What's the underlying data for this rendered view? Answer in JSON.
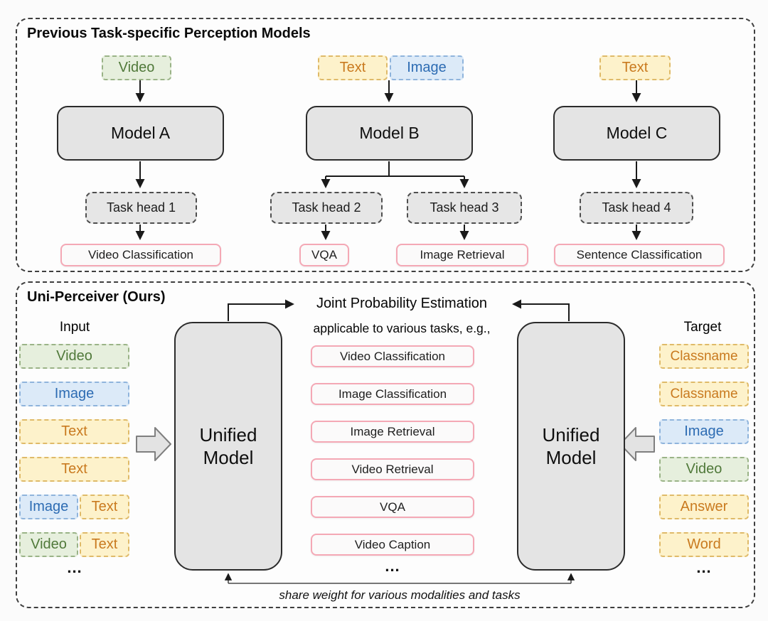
{
  "figure": {
    "top_panel": {
      "title": "Previous Task-specific Perception Models",
      "columns": {
        "a": {
          "input": "Video",
          "model": "Model A",
          "head": "Task head 1",
          "output": "Video Classification"
        },
        "b": {
          "input_text": "Text",
          "input_image": "Image",
          "model": "Model B",
          "head_left": "Task head 2",
          "head_right": "Task head 3",
          "output_left": "VQA",
          "output_right": "Image Retrieval"
        },
        "c": {
          "input": "Text",
          "model": "Model C",
          "head": "Task head 4",
          "output": "Sentence Classification"
        }
      }
    },
    "bottom_panel": {
      "title": "Uni-Perceiver (Ours)",
      "joint_probability": "Joint Probability Estimation",
      "applicable_note": "applicable to various tasks, e.g.,",
      "input_label": "Input",
      "target_label": "Target",
      "unified_model_left": {
        "line1": "Unified",
        "line2": "Model"
      },
      "unified_model_right": {
        "line1": "Unified",
        "line2": "Model"
      },
      "inputs": [
        {
          "labels": [
            "Video"
          ]
        },
        {
          "labels": [
            "Image"
          ]
        },
        {
          "labels": [
            "Text"
          ]
        },
        {
          "labels": [
            "Text"
          ]
        },
        {
          "labels": [
            "Image",
            "Text"
          ]
        },
        {
          "labels": [
            "Video",
            "Text"
          ]
        }
      ],
      "targets": [
        {
          "label": "Classname"
        },
        {
          "label": "Classname"
        },
        {
          "label": "Image"
        },
        {
          "label": "Video"
        },
        {
          "label": "Answer"
        },
        {
          "label": "Word"
        }
      ],
      "tasks": [
        "Video Classification",
        "Image Classification",
        "Image Retrieval",
        "Video Retrieval",
        "VQA",
        "Video Caption"
      ],
      "ellipsis": "...",
      "share_note": "share weight for various modalities and tasks"
    },
    "colors": {
      "green_bg": "#e6efdd",
      "green_text": "#50793a",
      "blue_bg": "#dceaf8",
      "blue_text": "#2d6cb3",
      "yellow_bg": "#fdf2cb",
      "yellow_text": "#c97a1f",
      "pink_border": "#f4a8b5",
      "model_gray": "#e4e4e4"
    }
  }
}
